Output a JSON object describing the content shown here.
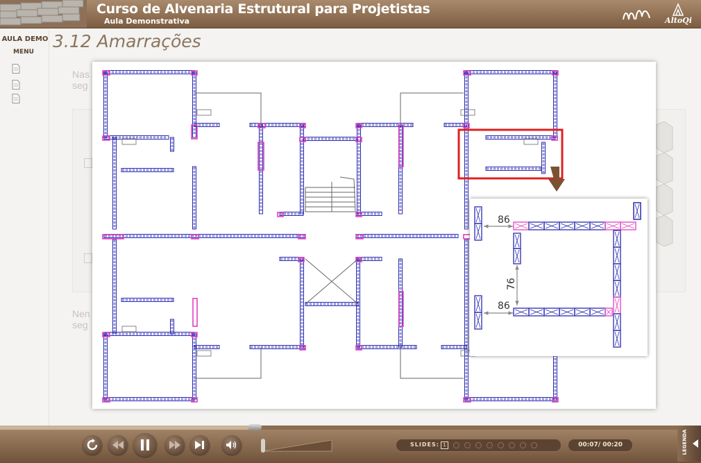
{
  "header": {
    "title": "Curso de Alvenaria Estrutural para Projetistas",
    "subtitle": "Aula Demonstrativa",
    "logo_mm_icon": "mm-logo",
    "logo_altoqi": "AltoQi"
  },
  "sidebar": {
    "aula_demo": "AULA DEMO",
    "menu": "MENU",
    "doc_icons": [
      "document-icon",
      "document-icon",
      "document-icon"
    ]
  },
  "slide": {
    "title": "3.12 Amarrações",
    "ghost_text_1": [
      "Nas",
      "seg"
    ],
    "ghost_text_2": [
      "Nen",
      "seg"
    ]
  },
  "figure": {
    "dimensions": {
      "top": "86",
      "middle": "76",
      "bottom": "86"
    },
    "highlight_color": "#e02020",
    "wall_block_color": "#2a2ab0",
    "tie_block_color": "#e040c0"
  },
  "player": {
    "slides_label": "SLIDES:",
    "current_slide": "1",
    "time": "00:07/ 00:20",
    "legenda": "LEGENDA",
    "progress_fraction": 0.37
  }
}
